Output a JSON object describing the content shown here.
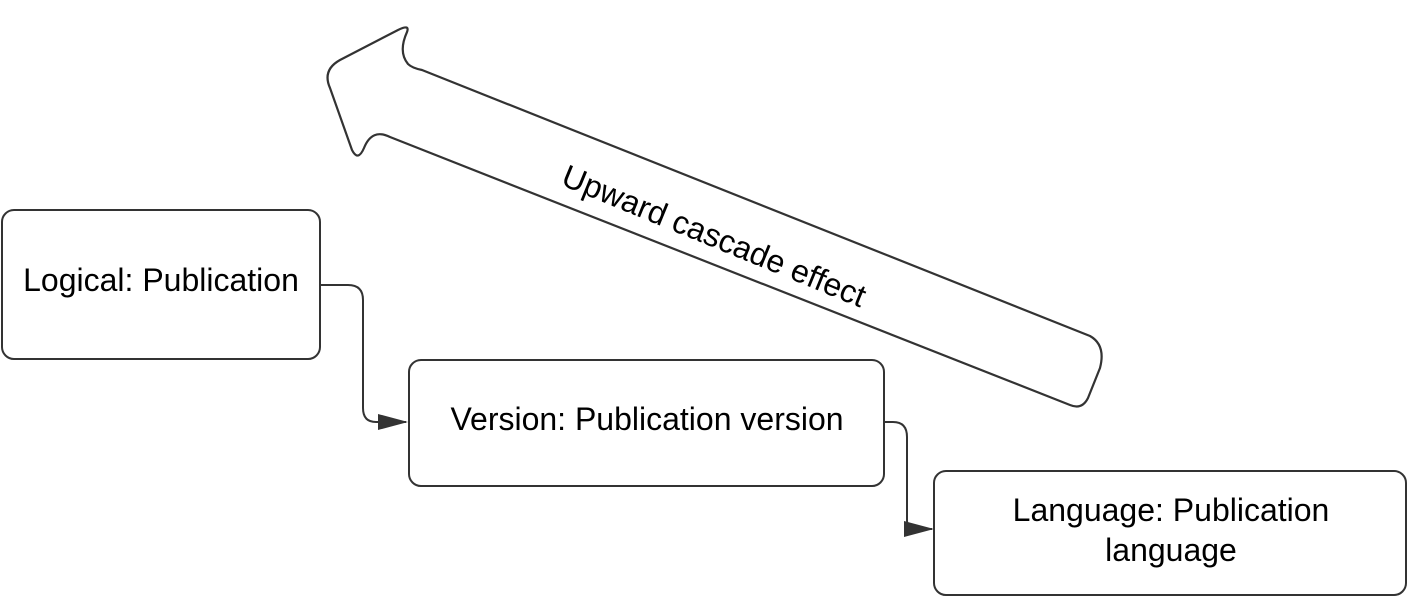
{
  "diagram": {
    "nodes": [
      {
        "id": "logical",
        "label_lines": [
          "Logical: Publication"
        ]
      },
      {
        "id": "version",
        "label_lines": [
          "Version: Publication version"
        ]
      },
      {
        "id": "language",
        "label_lines": [
          "Language: Publication",
          "language"
        ]
      }
    ],
    "edges": [
      {
        "from": "logical",
        "to": "version"
      },
      {
        "from": "version",
        "to": "language"
      }
    ],
    "block_arrow": {
      "label": "Upward cascade effect",
      "direction": "up-left"
    },
    "colors": {
      "stroke": "#333333",
      "text": "#000000",
      "background": "#ffffff"
    }
  }
}
